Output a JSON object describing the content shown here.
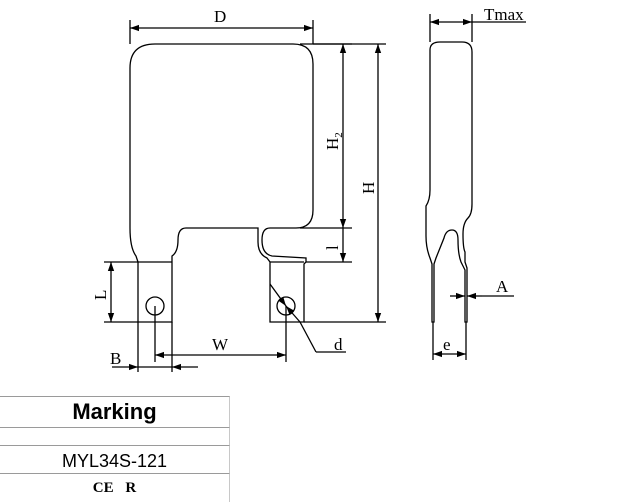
{
  "diagram": {
    "labels": {
      "D": "D",
      "Tmax": "Tmax",
      "H2": "H",
      "H2_sub": "2",
      "H": "H",
      "l": "l",
      "L": "L",
      "A": "A",
      "W": "W",
      "d": "d",
      "B": "B",
      "e": "e"
    }
  },
  "marking": {
    "title": "Marking",
    "part_number": "MYL34S-121",
    "ce_mark": "CE",
    "r_mark": "R"
  }
}
